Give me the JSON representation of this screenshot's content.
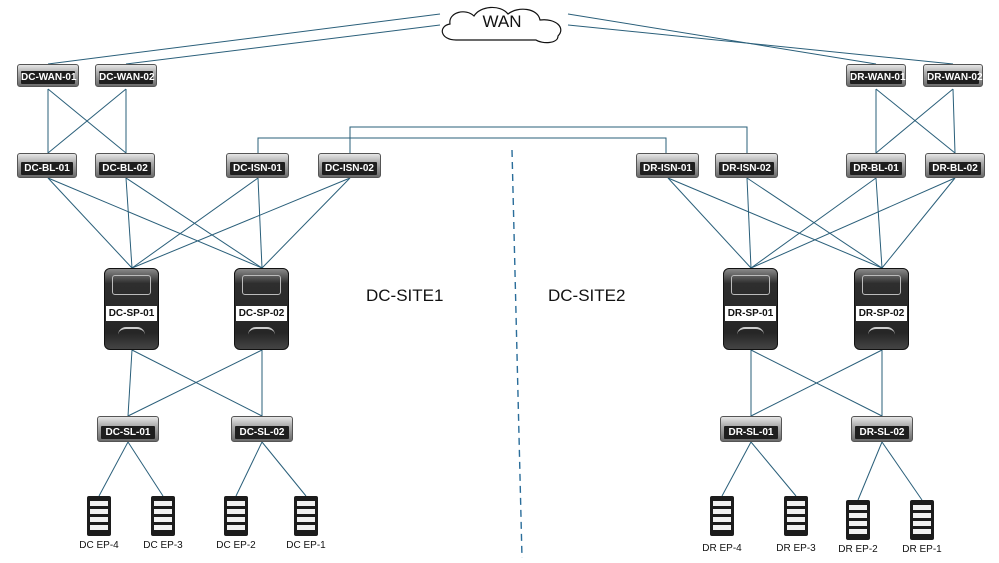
{
  "wan": {
    "label": "WAN"
  },
  "sites": {
    "left": "DC-SITE1",
    "right": "DC-SITE2"
  },
  "devices": {
    "dc_wan_01": "DC-WAN-01",
    "dc_wan_02": "DC-WAN-02",
    "dr_wan_01": "DR-WAN-01",
    "dr_wan_02": "DR-WAN-02",
    "dc_bl_01": "DC-BL-01",
    "dc_bl_02": "DC-BL-02",
    "dc_isn_01": "DC-ISN-01",
    "dc_isn_02": "DC-ISN-02",
    "dr_isn_01": "DR-ISN-01",
    "dr_isn_02": "DR-ISN-02",
    "dr_bl_01": "DR-BL-01",
    "dr_bl_02": "DR-BL-02",
    "dc_sp_01": "DC-SP-01",
    "dc_sp_02": "DC-SP-02",
    "dr_sp_01": "DR-SP-01",
    "dr_sp_02": "DR-SP-02",
    "dc_sl_01": "DC-SL-01",
    "dc_sl_02": "DC-SL-02",
    "dr_sl_01": "DR-SL-01",
    "dr_sl_02": "DR-SL-02"
  },
  "endpoints": {
    "dc_ep_4": "DC EP-4",
    "dc_ep_3": "DC EP-3",
    "dc_ep_2": "DC EP-2",
    "dc_ep_1": "DC EP-1",
    "dr_ep_4": "DR EP-4",
    "dr_ep_3": "DR EP-3",
    "dr_ep_2": "DR EP-2",
    "dr_ep_1": "DR EP-1"
  },
  "colors": {
    "link": "#2a5f7a",
    "divider": "#2a6d9a"
  }
}
